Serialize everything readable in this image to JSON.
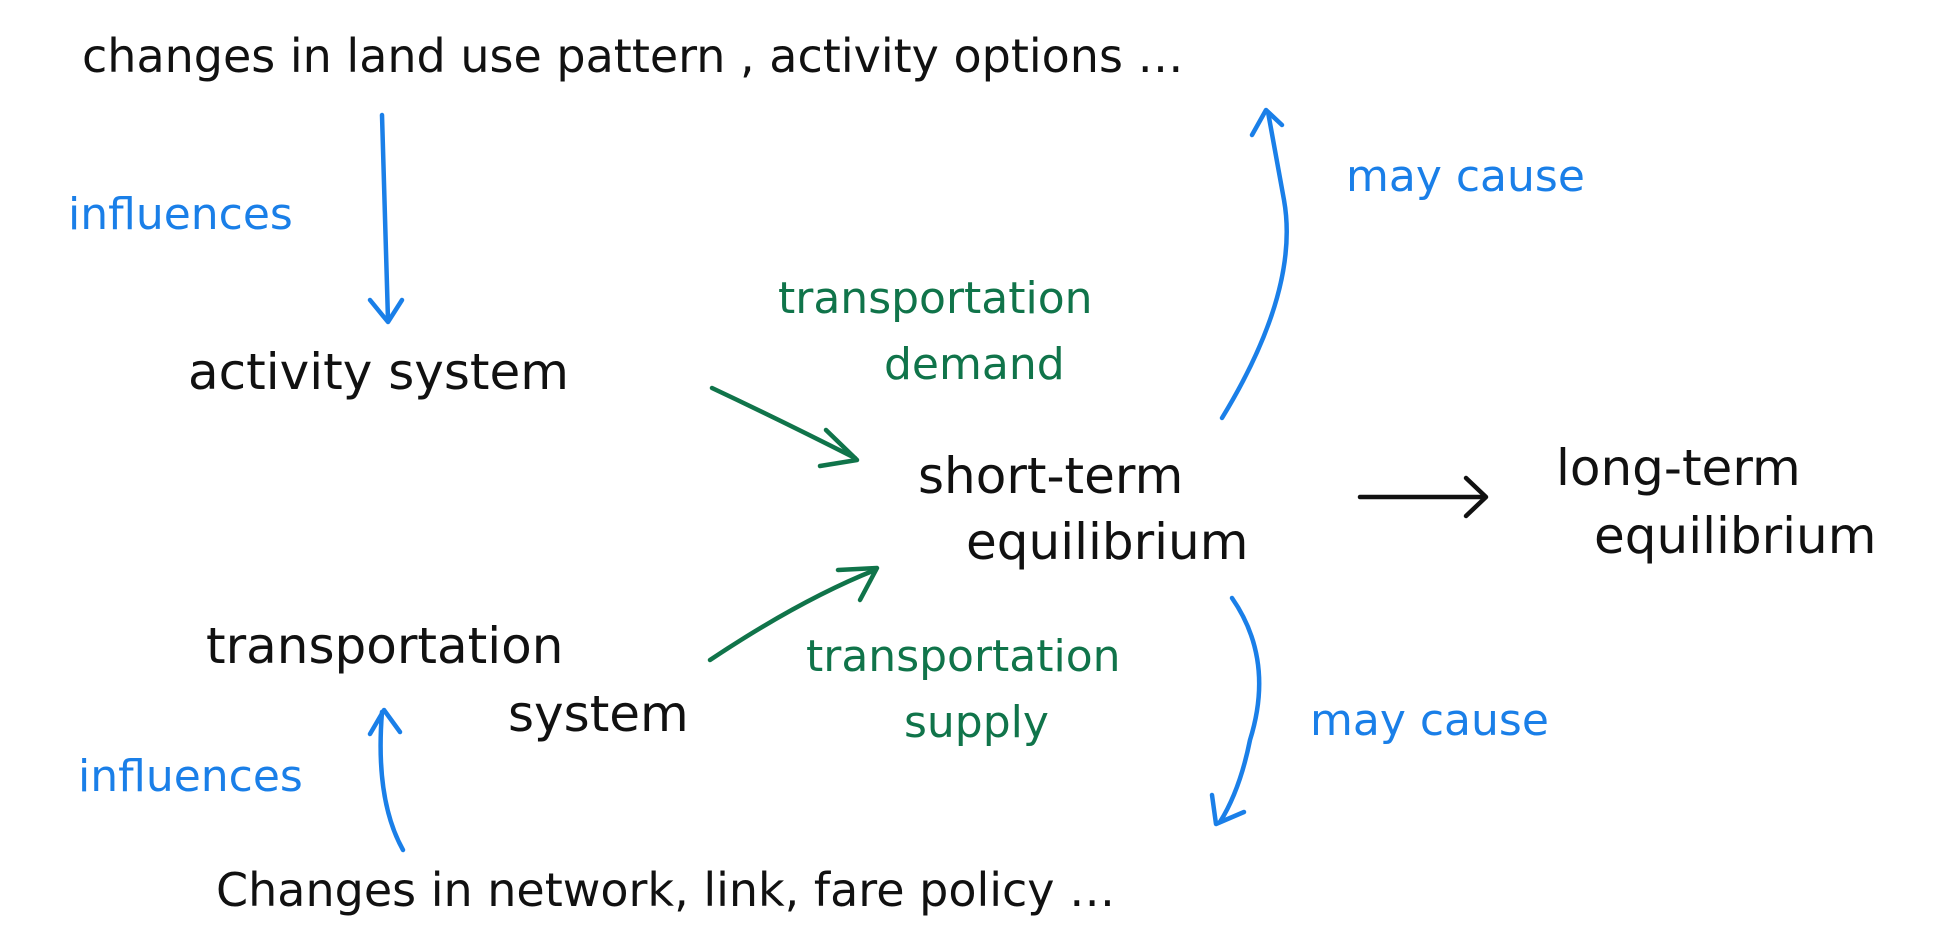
{
  "colors": {
    "black": "#111111",
    "blue": "#1a7fe8",
    "green": "#10744a"
  },
  "nodes": {
    "land_use": "changes in land use pattern , activity options …",
    "activity_system": "activity system",
    "transportation_system_line1": "transportation",
    "transportation_system_line2": "system",
    "short_term_line1": "short-term",
    "short_term_line2": "equilibrium",
    "long_term_line1": "long-term",
    "long_term_line2": "equilibrium",
    "network_changes": "Changes in network, link, fare policy …"
  },
  "edge_labels": {
    "influences_top": "influences",
    "influences_bottom": "influences",
    "may_cause_top": "may cause",
    "may_cause_bottom": "may cause",
    "demand_line1": "transportation",
    "demand_line2": "demand",
    "supply_line1": "transportation",
    "supply_line2": "supply"
  },
  "edges": [
    {
      "from": "land_use",
      "to": "activity_system",
      "label": "influences",
      "color": "blue"
    },
    {
      "from": "activity_system",
      "to": "short_term",
      "label": "transportation demand",
      "color": "green"
    },
    {
      "from": "transportation_system",
      "to": "short_term",
      "label": "transportation supply",
      "color": "green"
    },
    {
      "from": "short_term",
      "to": "long_term",
      "label": "",
      "color": "black"
    },
    {
      "from": "short_term",
      "to": "land_use",
      "label": "may cause",
      "color": "blue"
    },
    {
      "from": "short_term",
      "to": "network_changes",
      "label": "may cause",
      "color": "blue"
    },
    {
      "from": "network_changes",
      "to": "transportation_system",
      "label": "influences",
      "color": "blue"
    }
  ]
}
